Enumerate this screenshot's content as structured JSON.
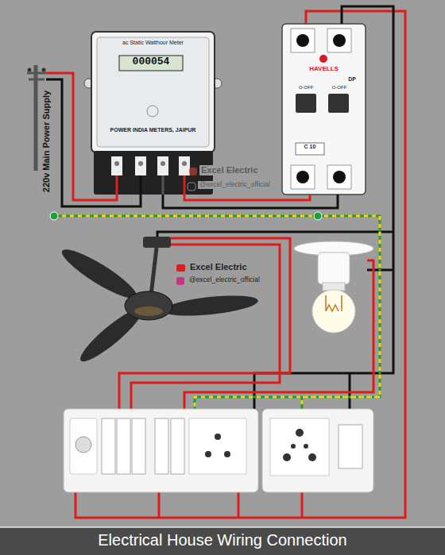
{
  "diagram": {
    "caption": "Electrical House Wiring Connection",
    "nodes": [
      {
        "text": [
          "ac Static Watthour Meter",
          "000054",
          "POWER INDIA METERS, JAIPUR"
        ]
      },
      {
        "text": [
          "HAVELLS",
          "DP",
          "O-OFF",
          "O-OFF",
          "C 10"
        ]
      }
    ],
    "edges": [
      {
        "from": 0,
        "to": 1,
        "arrow": "none"
      },
      {
        "from": 0,
        "to": 1,
        "arrow": "none"
      }
    ],
    "labels": [
      "220v Main Power Supply",
      "Excel Electric",
      "@excel_electric_official",
      "Excel Electric",
      "@excel_electric_official"
    ]
  }
}
